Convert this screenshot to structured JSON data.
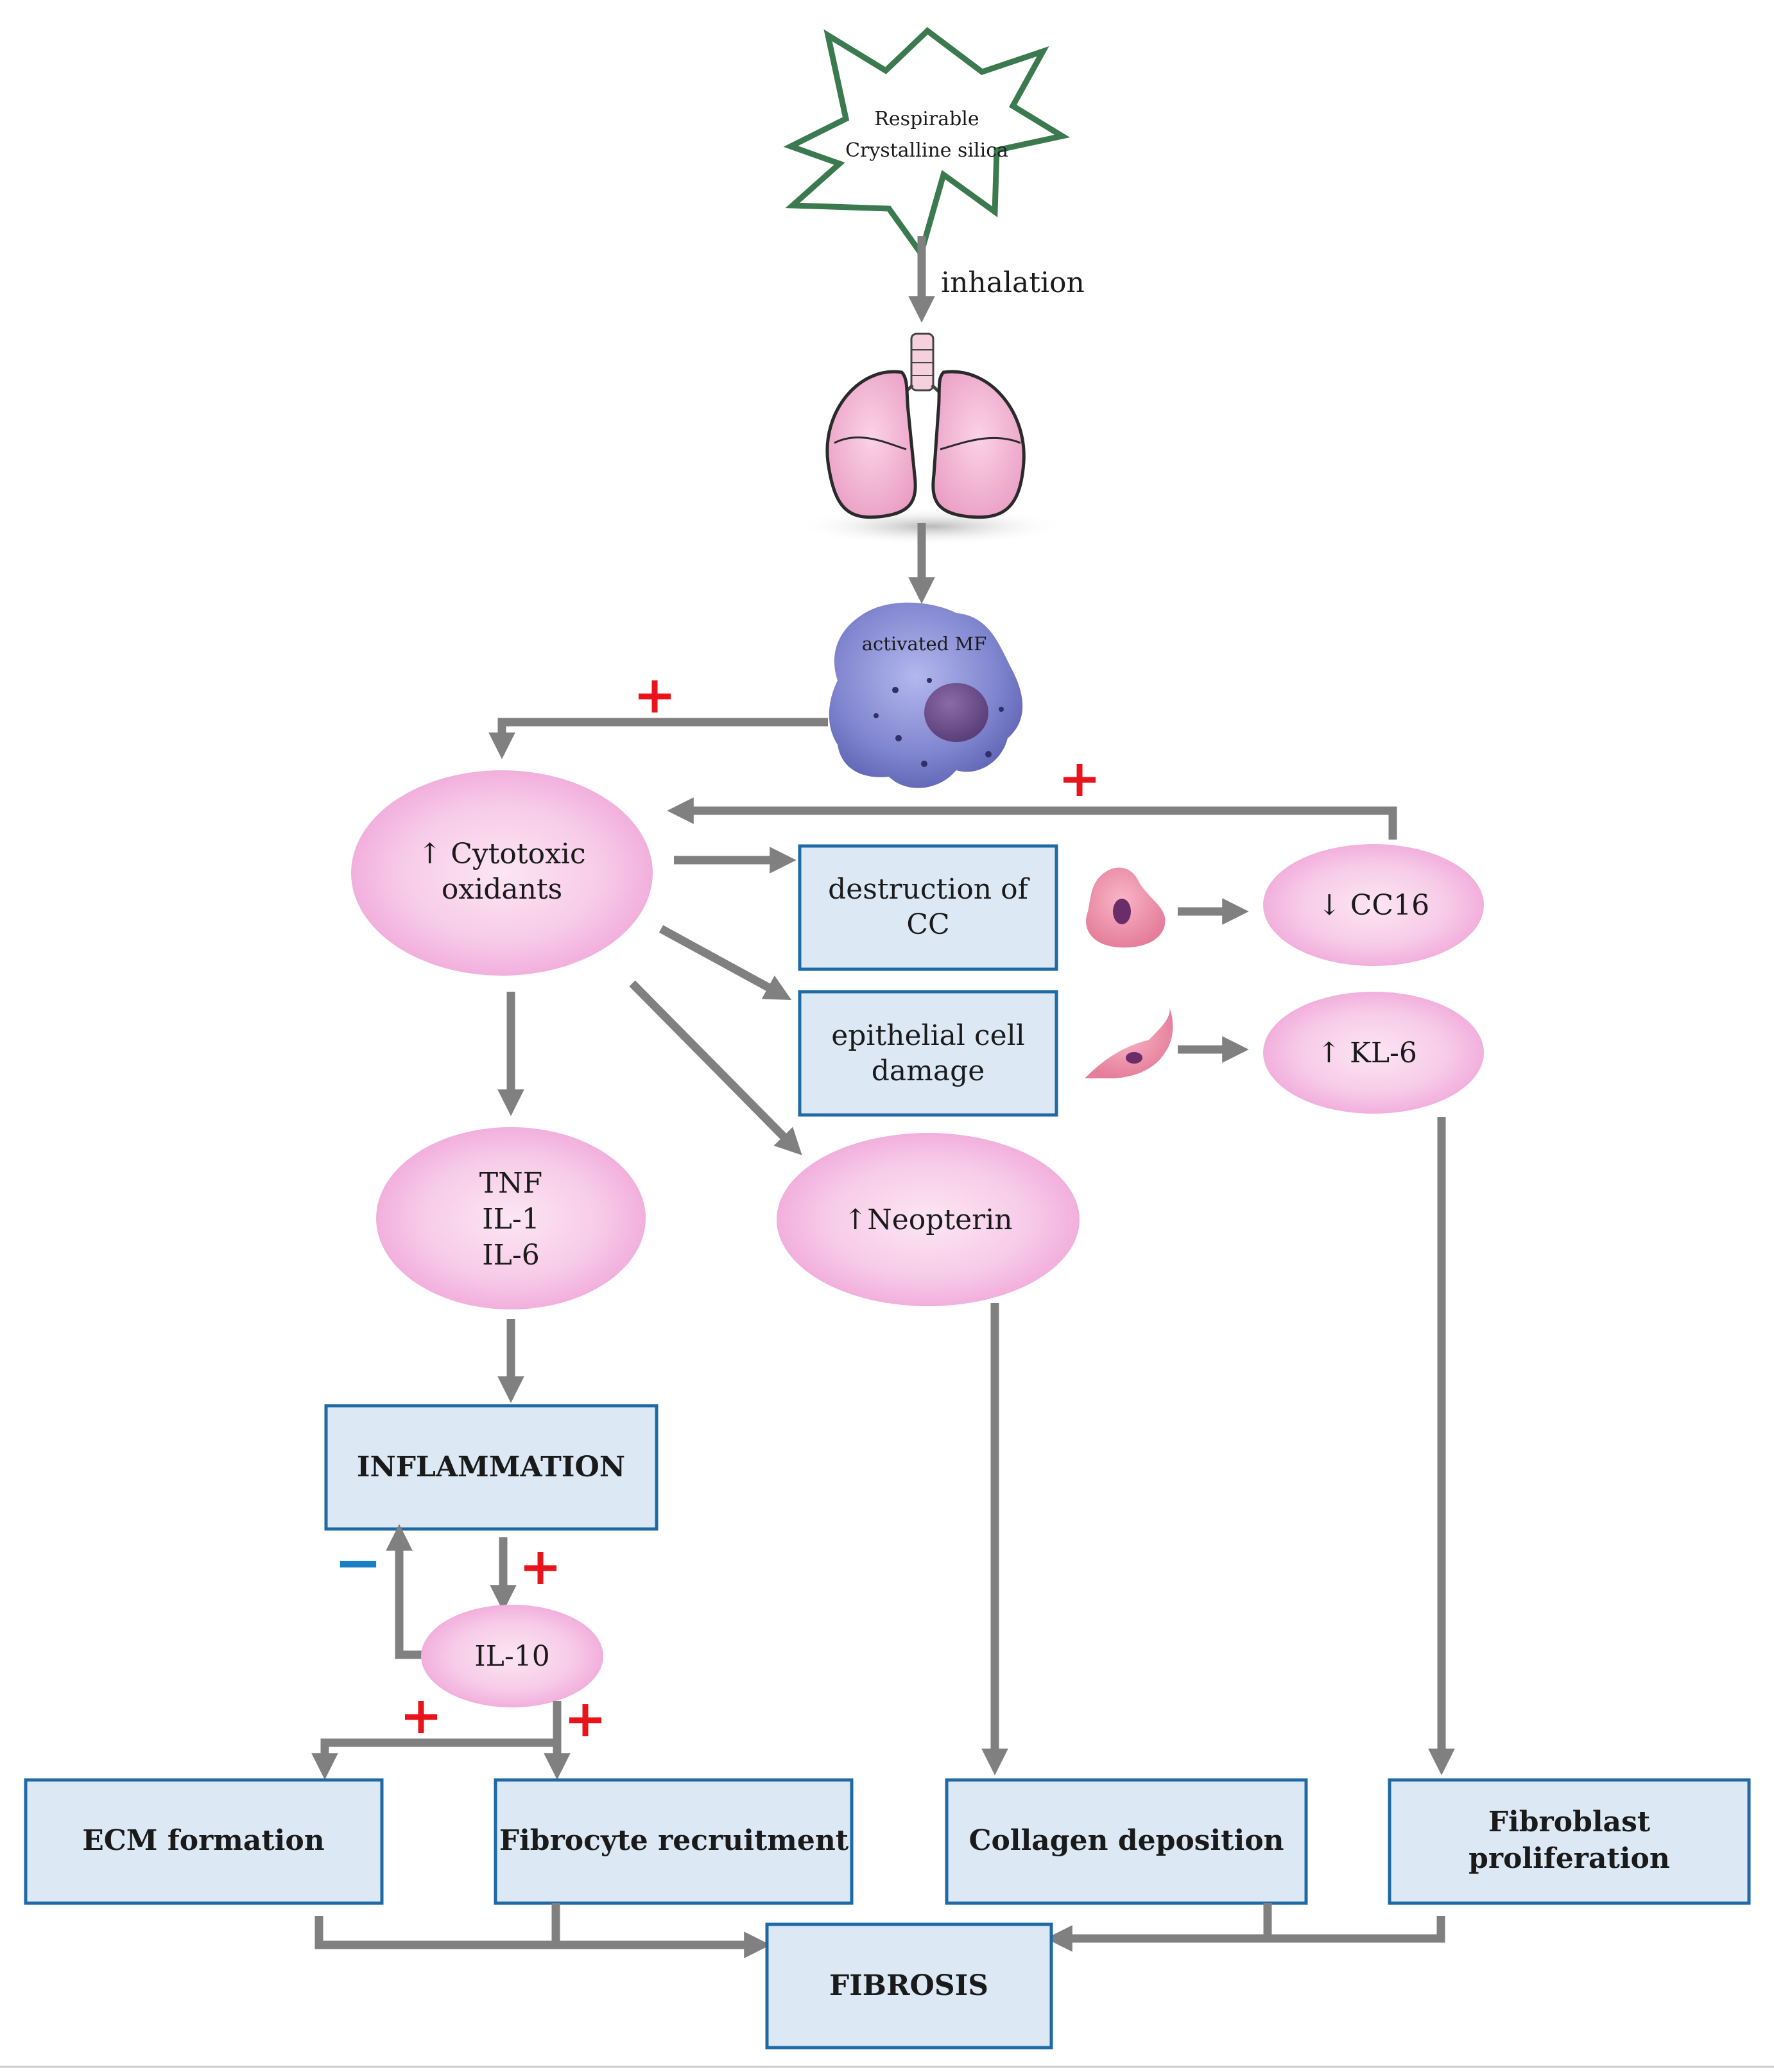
{
  "nodes": {
    "silica": {
      "line1": "Respirable",
      "line2": "Crystalline silica"
    },
    "inhalation": "inhalation",
    "macrophage": "activated MF",
    "oxidants": {
      "line1": "↑ Cytotoxic",
      "line2": "oxidants"
    },
    "destruction": {
      "line1": "destruction of",
      "line2": "CC"
    },
    "epithelial": {
      "line1": "epithelial cell",
      "line2": "damage"
    },
    "cc16": "↓ CC16",
    "kl6": "↑ KL-6",
    "cytokines": {
      "line1": "TNF",
      "line2": "IL-1",
      "line3": "IL-6"
    },
    "neopterin": "↑Neopterin",
    "inflammation": "INFLAMMATION",
    "il10": "IL-10",
    "ecm": "ECM formation",
    "fibrocyte": "Fibrocyte recruitment",
    "collagen": "Collagen deposition",
    "fibroblast": {
      "line1": "Fibroblast",
      "line2": "proliferation"
    },
    "fibrosis": "FIBROSIS"
  },
  "signs": {
    "plus": "+",
    "minus": "−"
  },
  "colors": {
    "arrow": "#808080",
    "box_fill": "#dce9f5",
    "box_stroke": "#1f6aa5",
    "ellipse_center": "#fbe3f2",
    "ellipse_edge": "#f0a8d8",
    "star_stroke": "#3a7a4e",
    "plus_sign": "#e8131b",
    "minus_sign": "#1a7fc1"
  },
  "icons": [
    "starburst-icon",
    "lungs-icon",
    "macrophage-icon",
    "club-cell-icon",
    "epithelial-cell-icon"
  ]
}
